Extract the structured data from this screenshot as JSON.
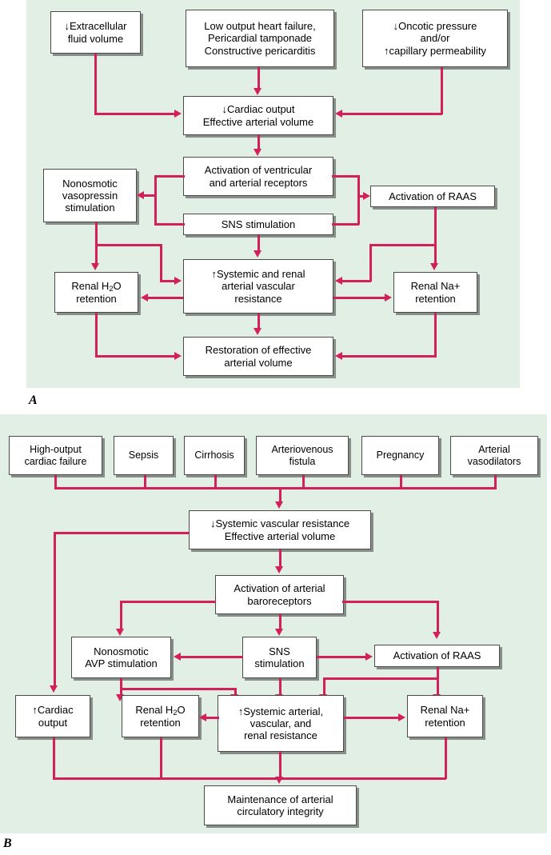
{
  "figure": {
    "type": "flowchart",
    "description": "Two-panel pathophysiology flow diagrams of effective arterial blood volume regulation",
    "accent_color": "#d3205a",
    "panel_background": "#e2efe5",
    "box_background": "#ffffff",
    "box_border": "#4a4a4a"
  },
  "panelA": {
    "label": "A",
    "nodes": {
      "ecf": "↓Extracellular\nfluid volume",
      "lowoutput_l1": "Low output heart failure,",
      "lowoutput_l2": "Pericardial tamponade",
      "lowoutput_l3": "Constructive pericarditis",
      "oncotic_l1": "↓Oncotic pressure",
      "oncotic_l2": "and/or",
      "oncotic_l3": "↑capillary permeability",
      "cardiac_l1": "↓Cardiac output",
      "cardiac_l2": "Effective arterial volume",
      "activation_l1": "Activation of ventricular",
      "activation_l2": "and arterial receptors",
      "nonosmotic_l1": "Nonosmotic",
      "nonosmotic_l2": "vasopressin",
      "nonosmotic_l3": "stimulation",
      "raas": "Activation of RAAS",
      "sns": "SNS stimulation",
      "h2o_l1": "Renal H",
      "h2o_sub": "2",
      "h2o_l1b": "O",
      "h2o_l2": "retention",
      "systemic_l1": "↑Systemic and renal",
      "systemic_l2": "arterial vascular",
      "systemic_l3": "resistance",
      "na_l1": "Renal Na+",
      "na_l2": "retention",
      "restoration_l1": "Restoration of effective",
      "restoration_l2": "arterial volume"
    }
  },
  "panelB": {
    "label": "B",
    "nodes": {
      "highoutput_l1": "High-output",
      "highoutput_l2": "cardiac failure",
      "sepsis": "Sepsis",
      "cirrhosis": "Cirrhosis",
      "av_l1": "Arteriovenous",
      "av_l2": "fistula",
      "pregnancy": "Pregnancy",
      "vasodilators_l1": "Arterial",
      "vasodilators_l2": "vasodilators",
      "svr_l1": "↓Systemic vascular resistance",
      "svr_l2": "Effective arterial volume",
      "baro_l1": "Activation of arterial",
      "baro_l2": "baroreceptors",
      "avp_l1": "Nonosmotic",
      "avp_l2": "AVP stimulation",
      "sns_l1": "SNS",
      "sns_l2": "stimulation",
      "raas": "Activation of RAAS",
      "cardiac_l1": "↑Cardiac",
      "cardiac_l2": "output",
      "h2o_l1": "Renal H",
      "h2o_sub": "2",
      "h2o_l1b": "O",
      "h2o_l2": "retention",
      "systemic_l1": "↑Systemic arterial,",
      "systemic_l2": "vascular, and",
      "systemic_l3": "renal resistance",
      "na_l1": "Renal Na+",
      "na_l2": "retention",
      "maintenance_l1": "Maintenance of arterial",
      "maintenance_l2": "circulatory integrity"
    }
  }
}
